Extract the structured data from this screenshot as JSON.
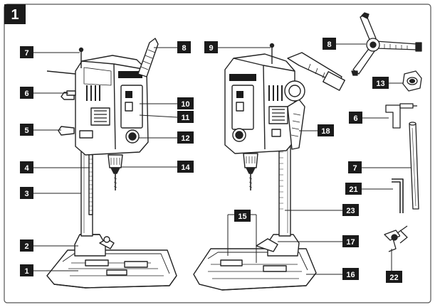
{
  "figure": {
    "number": "1"
  },
  "callouts": [
    {
      "id": "c7a",
      "text": "7"
    },
    {
      "id": "c6a",
      "text": "6"
    },
    {
      "id": "c5",
      "text": "5"
    },
    {
      "id": "c4",
      "text": "4"
    },
    {
      "id": "c3",
      "text": "3"
    },
    {
      "id": "c2",
      "text": "2"
    },
    {
      "id": "c1",
      "text": "1"
    },
    {
      "id": "c8a",
      "text": "8"
    },
    {
      "id": "c10",
      "text": "10"
    },
    {
      "id": "c11",
      "text": "11"
    },
    {
      "id": "c12",
      "text": "12"
    },
    {
      "id": "c14",
      "text": "14"
    },
    {
      "id": "c9",
      "text": "9"
    },
    {
      "id": "c18",
      "text": "18"
    },
    {
      "id": "c23",
      "text": "23"
    },
    {
      "id": "c15",
      "text": "15"
    },
    {
      "id": "c17",
      "text": "17"
    },
    {
      "id": "c16",
      "text": "16"
    },
    {
      "id": "c8b",
      "text": "8"
    },
    {
      "id": "c13",
      "text": "13"
    },
    {
      "id": "c6b",
      "text": "6"
    },
    {
      "id": "c7b",
      "text": "7"
    },
    {
      "id": "c21",
      "text": "21"
    },
    {
      "id": "c22",
      "text": "22"
    }
  ],
  "colors": {
    "label_bg": "#1a1a1a",
    "label_text": "#ffffff",
    "line": "#222222",
    "frame": "#555555"
  }
}
